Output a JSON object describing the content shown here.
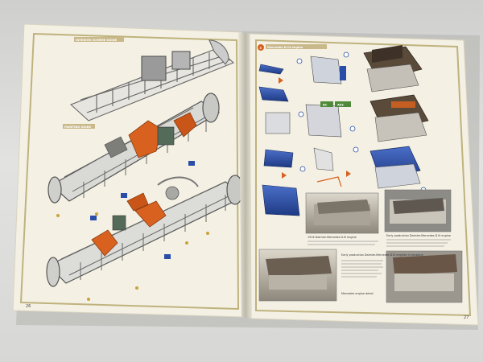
{
  "left_page": {
    "header_top": "INTERIOR SCHEME GUIDE",
    "header_mid": "PAINTING GUIDE",
    "page_number": "26"
  },
  "right_page": {
    "header": "Mercedes D.III engine",
    "step_number": "3",
    "callouts": [
      "BC",
      "A03"
    ],
    "captions": [
      "1916 Daimler-Mercedes D.III engine",
      "Early production Daimler-Mercedes D.III engine",
      "Early production Daimler-Mercedes D.III engines in museum",
      "Mercedes engine detail"
    ],
    "page_number": "27"
  },
  "colors": {
    "page": "#f4f1e4",
    "border": "#bfb27e",
    "accent_orange": "#d8611f",
    "engine_blue": "#2a4ea8",
    "engine_dark": "#5a4a3a"
  }
}
